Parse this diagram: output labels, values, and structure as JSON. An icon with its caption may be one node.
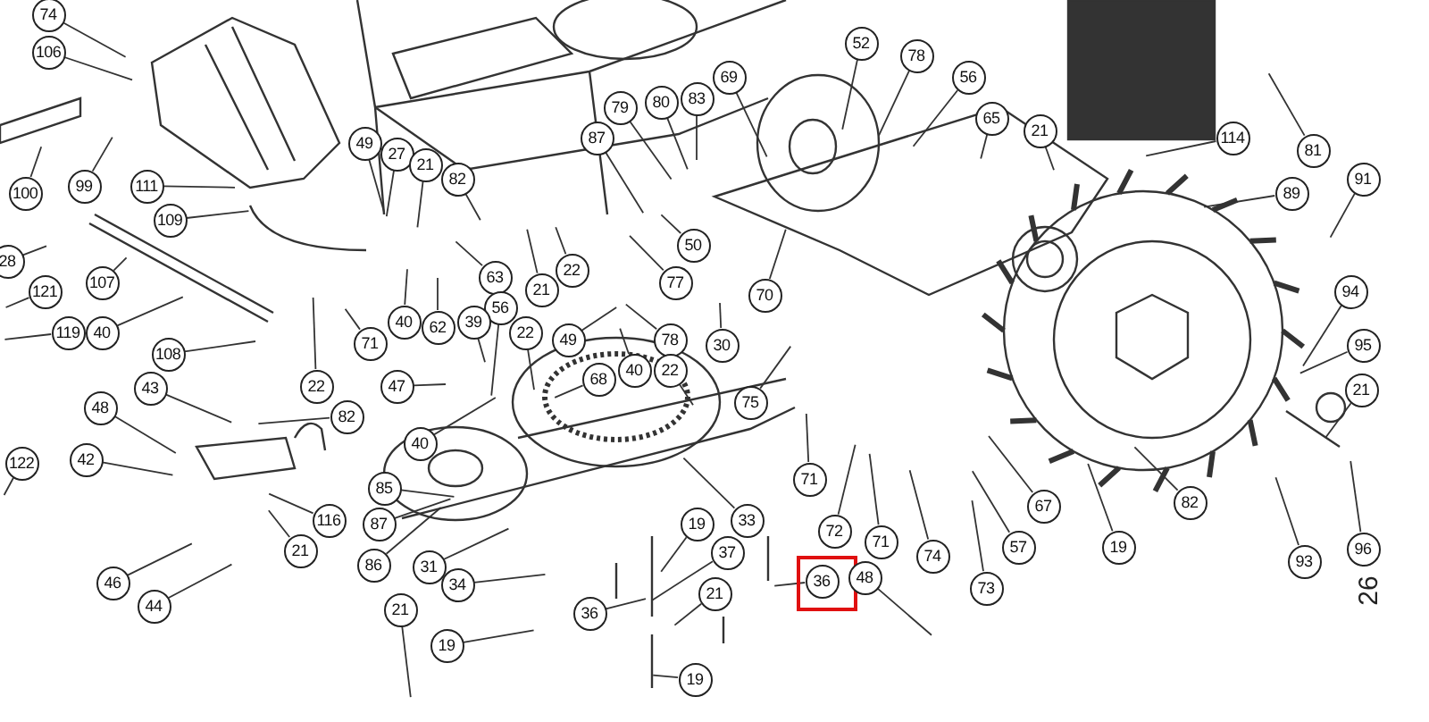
{
  "diagram": {
    "nodes": [
      {
        "text": [
          "74"
        ]
      },
      {
        "text": [
          "106"
        ]
      },
      {
        "text": [
          "52"
        ]
      },
      {
        "text": [
          "78"
        ]
      },
      {
        "text": [
          "56"
        ]
      },
      {
        "text": [
          "69"
        ]
      },
      {
        "text": [
          "83"
        ]
      },
      {
        "text": [
          "80"
        ]
      },
      {
        "text": [
          "79"
        ]
      },
      {
        "text": [
          "65"
        ]
      },
      {
        "text": [
          "21"
        ]
      },
      {
        "text": [
          "114"
        ]
      },
      {
        "text": [
          "87"
        ]
      },
      {
        "text": [
          "49"
        ]
      },
      {
        "text": [
          "27"
        ]
      },
      {
        "text": [
          "81"
        ]
      },
      {
        "text": [
          "21"
        ]
      },
      {
        "text": [
          "82"
        ]
      },
      {
        "text": [
          "91"
        ]
      },
      {
        "text": [
          "99"
        ]
      },
      {
        "text": [
          "111"
        ]
      },
      {
        "text": [
          "100"
        ]
      },
      {
        "text": [
          "89"
        ]
      },
      {
        "text": [
          "109"
        ]
      },
      {
        "text": [
          "50"
        ]
      },
      {
        "text": [
          "28"
        ]
      },
      {
        "text": [
          "63"
        ]
      },
      {
        "text": [
          "22"
        ]
      },
      {
        "text": [
          "77"
        ]
      },
      {
        "text": [
          "21"
        ]
      },
      {
        "text": [
          "107"
        ]
      },
      {
        "text": [
          "121"
        ]
      },
      {
        "text": [
          "94"
        ]
      },
      {
        "text": [
          "70"
        ]
      },
      {
        "text": [
          "56"
        ]
      },
      {
        "text": [
          "40"
        ]
      },
      {
        "text": [
          "62"
        ]
      },
      {
        "text": [
          "39"
        ]
      },
      {
        "text": [
          "119"
        ]
      },
      {
        "text": [
          "40"
        ]
      },
      {
        "text": [
          "22"
        ]
      },
      {
        "text": [
          "49"
        ]
      },
      {
        "text": [
          "78"
        ]
      },
      {
        "text": [
          "30"
        ]
      },
      {
        "text": [
          "71"
        ]
      },
      {
        "text": [
          "95"
        ]
      },
      {
        "text": [
          "108"
        ]
      },
      {
        "text": [
          "22"
        ]
      },
      {
        "text": [
          "47"
        ]
      },
      {
        "text": [
          "40"
        ]
      },
      {
        "text": [
          "22"
        ]
      },
      {
        "text": [
          "68"
        ]
      },
      {
        "text": [
          "21"
        ]
      },
      {
        "text": [
          "48"
        ]
      },
      {
        "text": [
          "43"
        ]
      },
      {
        "text": [
          "75"
        ]
      },
      {
        "text": [
          "82"
        ]
      },
      {
        "text": [
          "40"
        ]
      },
      {
        "text": [
          "42"
        ]
      },
      {
        "text": [
          "122"
        ]
      },
      {
        "text": [
          "71"
        ]
      },
      {
        "text": [
          "85"
        ]
      },
      {
        "text": [
          "67"
        ]
      },
      {
        "text": [
          "82"
        ]
      },
      {
        "text": [
          "116"
        ]
      },
      {
        "text": [
          "87"
        ]
      },
      {
        "text": [
          "19"
        ]
      },
      {
        "text": [
          "33"
        ]
      },
      {
        "text": [
          "72"
        ]
      },
      {
        "text": [
          "71"
        ]
      },
      {
        "text": [
          "19"
        ]
      },
      {
        "text": [
          "57"
        ]
      },
      {
        "text": [
          "96"
        ]
      },
      {
        "text": [
          "21"
        ]
      },
      {
        "text": [
          "74"
        ]
      },
      {
        "text": [
          "37"
        ]
      },
      {
        "text": [
          "93"
        ]
      },
      {
        "text": [
          "86"
        ]
      },
      {
        "text": [
          "31"
        ]
      },
      {
        "text": [
          "48"
        ]
      },
      {
        "text": [
          "36"
        ]
      },
      {
        "text": [
          "46"
        ]
      },
      {
        "text": [
          "34"
        ]
      },
      {
        "text": [
          "73"
        ]
      },
      {
        "text": [
          "21"
        ]
      },
      {
        "text": [
          "44"
        ]
      },
      {
        "text": [
          "21"
        ]
      },
      {
        "text": [
          "36"
        ]
      },
      {
        "text": [
          "19"
        ]
      },
      {
        "text": [
          "19"
        ]
      }
    ],
    "edges": [
      {
        "from": 0,
        "to": null,
        "arrow": "none"
      },
      {
        "from": 1,
        "to": null,
        "arrow": "none"
      },
      {
        "from": 2,
        "to": null,
        "arrow": "none"
      },
      {
        "from": 3,
        "to": null,
        "arrow": "none"
      },
      {
        "from": 4,
        "to": null,
        "arrow": "none"
      },
      {
        "from": 5,
        "to": null,
        "arrow": "none"
      },
      {
        "from": 6,
        "to": null,
        "arrow": "none"
      },
      {
        "from": 7,
        "to": null,
        "arrow": "none"
      },
      {
        "from": 8,
        "to": null,
        "arrow": "none"
      },
      {
        "from": 9,
        "to": null,
        "arrow": "none"
      },
      {
        "from": 10,
        "to": null,
        "arrow": "none"
      },
      {
        "from": 11,
        "to": null,
        "arrow": "none"
      },
      {
        "from": 12,
        "to": null,
        "arrow": "none"
      },
      {
        "from": 13,
        "to": null,
        "arrow": "none"
      },
      {
        "from": 14,
        "to": null,
        "arrow": "none"
      },
      {
        "from": 15,
        "to": null,
        "arrow": "none"
      },
      {
        "from": 16,
        "to": null,
        "arrow": "none"
      },
      {
        "from": 17,
        "to": null,
        "arrow": "none"
      },
      {
        "from": 18,
        "to": null,
        "arrow": "none"
      },
      {
        "from": 19,
        "to": null,
        "arrow": "none"
      },
      {
        "from": 20,
        "to": null,
        "arrow": "none"
      },
      {
        "from": 21,
        "to": null,
        "arrow": "none"
      },
      {
        "from": 22,
        "to": null,
        "arrow": "none"
      },
      {
        "from": 23,
        "to": null,
        "arrow": "none"
      },
      {
        "from": 24,
        "to": null,
        "arrow": "none"
      },
      {
        "from": 25,
        "to": null,
        "arrow": "none"
      },
      {
        "from": 26,
        "to": null,
        "arrow": "none"
      },
      {
        "from": 27,
        "to": null,
        "arrow": "none"
      },
      {
        "from": 28,
        "to": null,
        "arrow": "none"
      },
      {
        "from": 29,
        "to": null,
        "arrow": "none"
      },
      {
        "from": 30,
        "to": null,
        "arrow": "none"
      },
      {
        "from": 31,
        "to": null,
        "arrow": "none"
      },
      {
        "from": 32,
        "to": null,
        "arrow": "none"
      },
      {
        "from": 33,
        "to": null,
        "arrow": "none"
      },
      {
        "from": 34,
        "to": null,
        "arrow": "none"
      },
      {
        "from": 35,
        "to": null,
        "arrow": "none"
      },
      {
        "from": 36,
        "to": null,
        "arrow": "none"
      },
      {
        "from": 37,
        "to": null,
        "arrow": "none"
      },
      {
        "from": 38,
        "to": null,
        "arrow": "none"
      },
      {
        "from": 39,
        "to": null,
        "arrow": "none"
      },
      {
        "from": 40,
        "to": null,
        "arrow": "none"
      },
      {
        "from": 41,
        "to": null,
        "arrow": "none"
      },
      {
        "from": 42,
        "to": null,
        "arrow": "none"
      },
      {
        "from": 43,
        "to": null,
        "arrow": "none"
      },
      {
        "from": 44,
        "to": null,
        "arrow": "none"
      },
      {
        "from": 45,
        "to": null,
        "arrow": "none"
      },
      {
        "from": 46,
        "to": null,
        "arrow": "none"
      },
      {
        "from": 47,
        "to": null,
        "arrow": "none"
      },
      {
        "from": 48,
        "to": null,
        "arrow": "none"
      },
      {
        "from": 49,
        "to": null,
        "arrow": "none"
      },
      {
        "from": 50,
        "to": null,
        "arrow": "none"
      },
      {
        "from": 51,
        "to": null,
        "arrow": "none"
      },
      {
        "from": 52,
        "to": null,
        "arrow": "none"
      },
      {
        "from": 53,
        "to": null,
        "arrow": "none"
      },
      {
        "from": 54,
        "to": null,
        "arrow": "none"
      },
      {
        "from": 55,
        "to": null,
        "arrow": "none"
      },
      {
        "from": 56,
        "to": null,
        "arrow": "none"
      },
      {
        "from": 57,
        "to": null,
        "arrow": "none"
      },
      {
        "from": 58,
        "to": null,
        "arrow": "none"
      },
      {
        "from": 59,
        "to": null,
        "arrow": "none"
      },
      {
        "from": 60,
        "to": null,
        "arrow": "none"
      },
      {
        "from": 61,
        "to": null,
        "arrow": "none"
      },
      {
        "from": 62,
        "to": null,
        "arrow": "none"
      },
      {
        "from": 63,
        "to": null,
        "arrow": "none"
      },
      {
        "from": 64,
        "to": null,
        "arrow": "none"
      },
      {
        "from": 65,
        "to": null,
        "arrow": "none"
      },
      {
        "from": 66,
        "to": null,
        "arrow": "none"
      },
      {
        "from": 67,
        "to": null,
        "arrow": "none"
      },
      {
        "from": 68,
        "to": null,
        "arrow": "none"
      },
      {
        "from": 69,
        "to": null,
        "arrow": "none"
      },
      {
        "from": 70,
        "to": null,
        "arrow": "none"
      },
      {
        "from": 71,
        "to": null,
        "arrow": "none"
      },
      {
        "from": 72,
        "to": null,
        "arrow": "none"
      },
      {
        "from": 73,
        "to": null,
        "arrow": "none"
      },
      {
        "from": 74,
        "to": null,
        "arrow": "none"
      },
      {
        "from": 75,
        "to": null,
        "arrow": "none"
      },
      {
        "from": 76,
        "to": null,
        "arrow": "none"
      },
      {
        "from": 77,
        "to": null,
        "arrow": "none"
      },
      {
        "from": 78,
        "to": null,
        "arrow": "none"
      },
      {
        "from": 79,
        "to": null,
        "arrow": "none"
      },
      {
        "from": 80,
        "to": null,
        "arrow": "none"
      },
      {
        "from": 81,
        "to": null,
        "arrow": "none"
      },
      {
        "from": 82,
        "to": null,
        "arrow": "none"
      },
      {
        "from": 83,
        "to": null,
        "arrow": "none"
      },
      {
        "from": 84,
        "to": null,
        "arrow": "none"
      },
      {
        "from": 85,
        "to": null,
        "arrow": "none"
      },
      {
        "from": 86,
        "to": null,
        "arrow": "none"
      },
      {
        "from": 87,
        "to": null,
        "arrow": "none"
      },
      {
        "from": 88,
        "to": null,
        "arrow": "none"
      },
      {
        "from": 89,
        "to": null,
        "arrow": "none"
      }
    ],
    "labels": [
      "26"
    ]
  }
}
